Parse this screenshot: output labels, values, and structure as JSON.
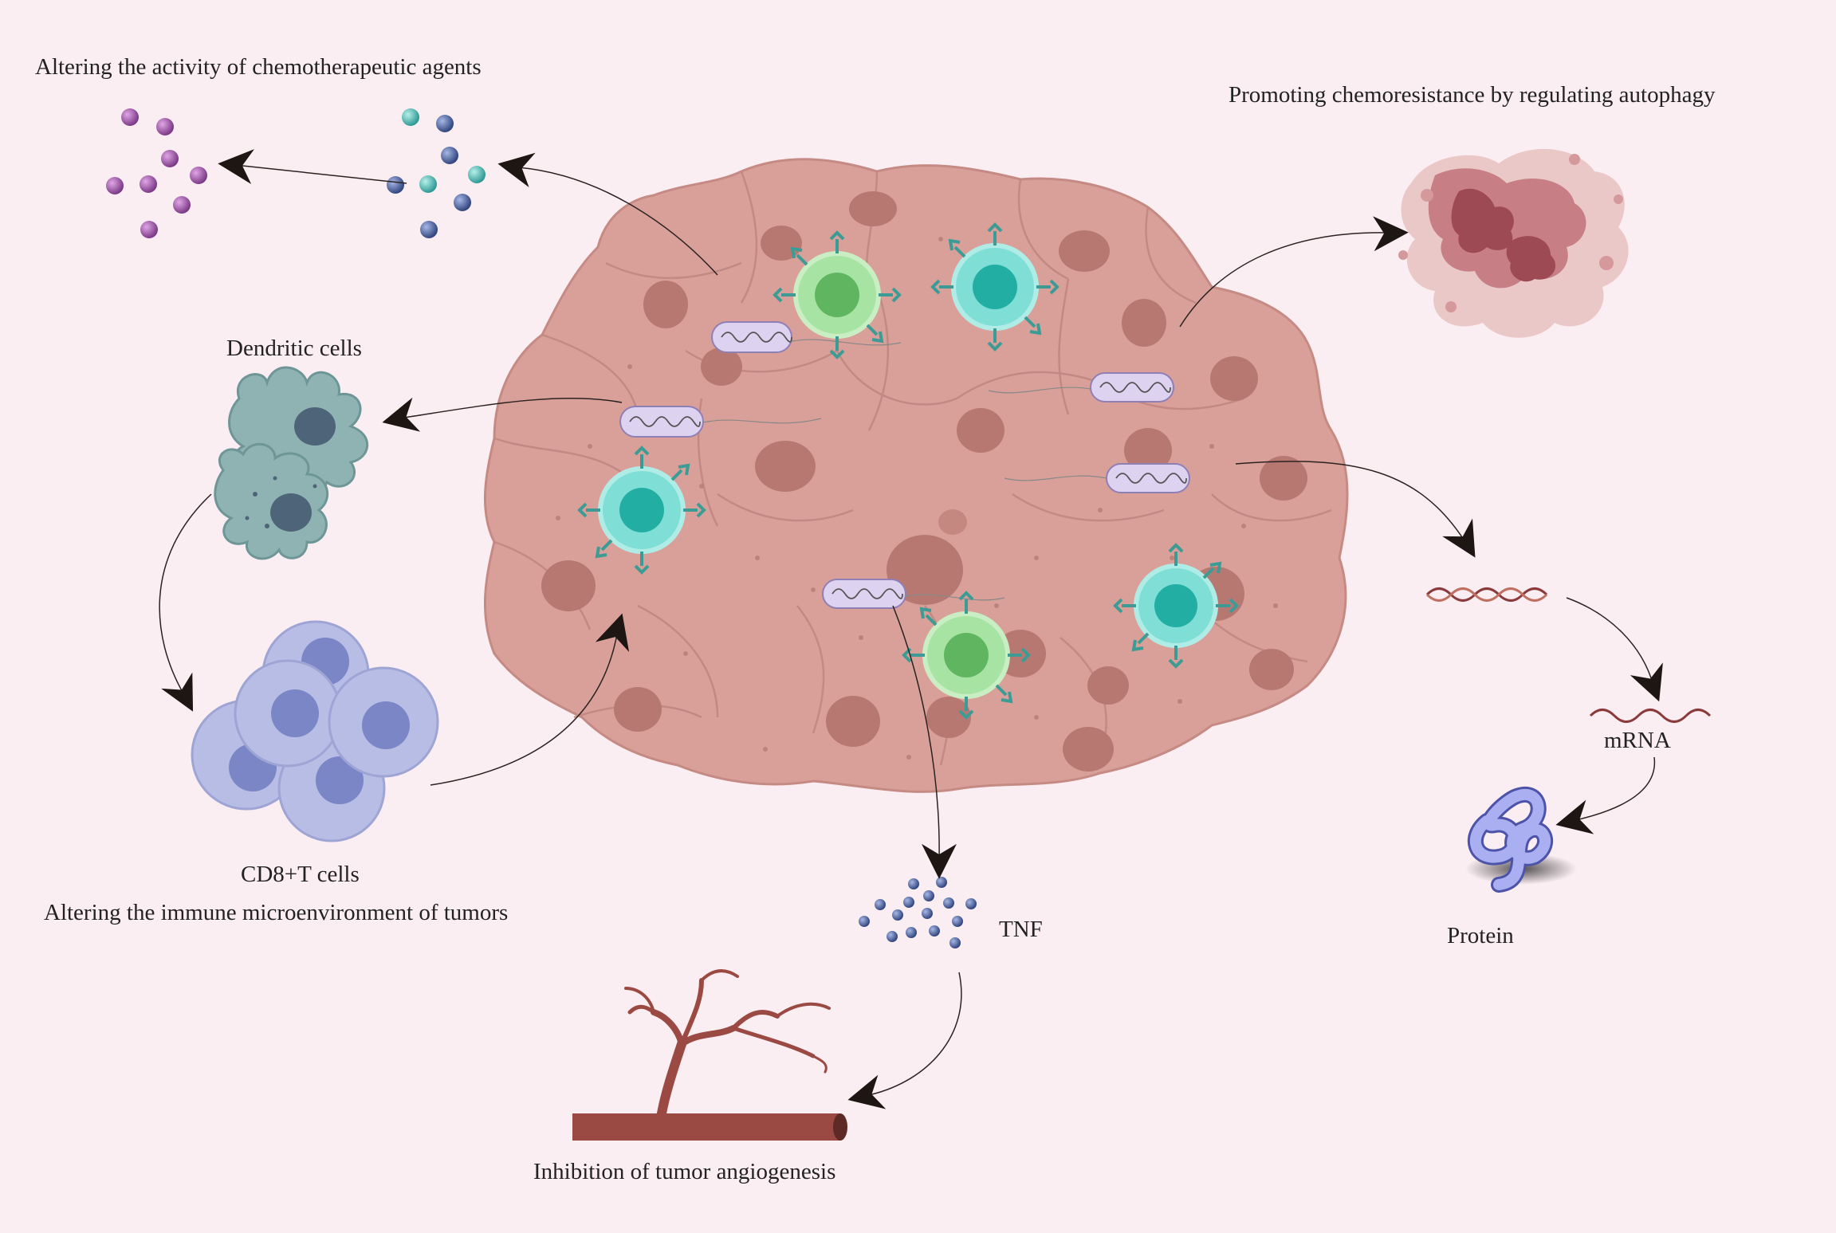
{
  "labels": {
    "chemo": "Altering the activity of chemotherapeutic agents",
    "autophagy": "Promoting chemoresistance by regulating autophagy",
    "dendritic": "Dendritic cells",
    "cd8": "CD8+T cells",
    "immune": "Altering the immune microenvironment of tumors",
    "tnf": "TNF",
    "angio": "Inhibition of tumor angiogenesis",
    "mrna": "mRNA",
    "protein": "Protein"
  },
  "colors": {
    "background": "#fbeef3",
    "tumor": "#d9a09a",
    "tumor_nucleus": "#b87872",
    "t_cell_teal": "#7fdfd6",
    "t_cell_green": "#a7e3a3",
    "bacteria": "#ddd3f0",
    "dendritic": "#8fb3b3",
    "cd8_cell": "#b8bde6",
    "vessel": "#9a4a42",
    "arrow": "#1e1613"
  },
  "icons": [
    "tumor-mass-icon",
    "bacteria-icon",
    "t-cell-icon",
    "dendritic-cell-icon",
    "cd8-t-cell-icon",
    "molecule-dots-icon",
    "autophagy-cell-icon",
    "dna-helix-icon",
    "mrna-icon",
    "protein-icon",
    "blood-vessel-icon"
  ]
}
